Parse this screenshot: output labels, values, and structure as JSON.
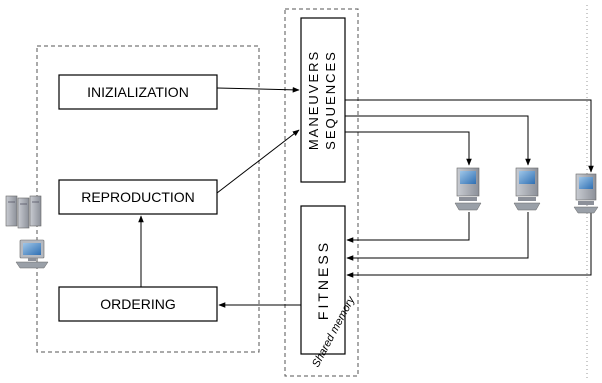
{
  "diagram": {
    "boxes": {
      "initialization": "INIZIALIZATION",
      "reproduction": "REPRODUCTION",
      "ordering": "ORDERING"
    },
    "shared_memory": {
      "label": "Shared memory",
      "maneuvers_line1": "MANEUVERS",
      "maneuvers_line2": "SEQUENCES",
      "fitness": "FITNESS"
    },
    "nodes": {
      "server_icon": "server-rack-icon",
      "client_icon": "workstation-computer-icon",
      "client_count": 3
    },
    "colors": {
      "line": "#000000",
      "dashed": "#555555",
      "background": "#ffffff"
    }
  }
}
